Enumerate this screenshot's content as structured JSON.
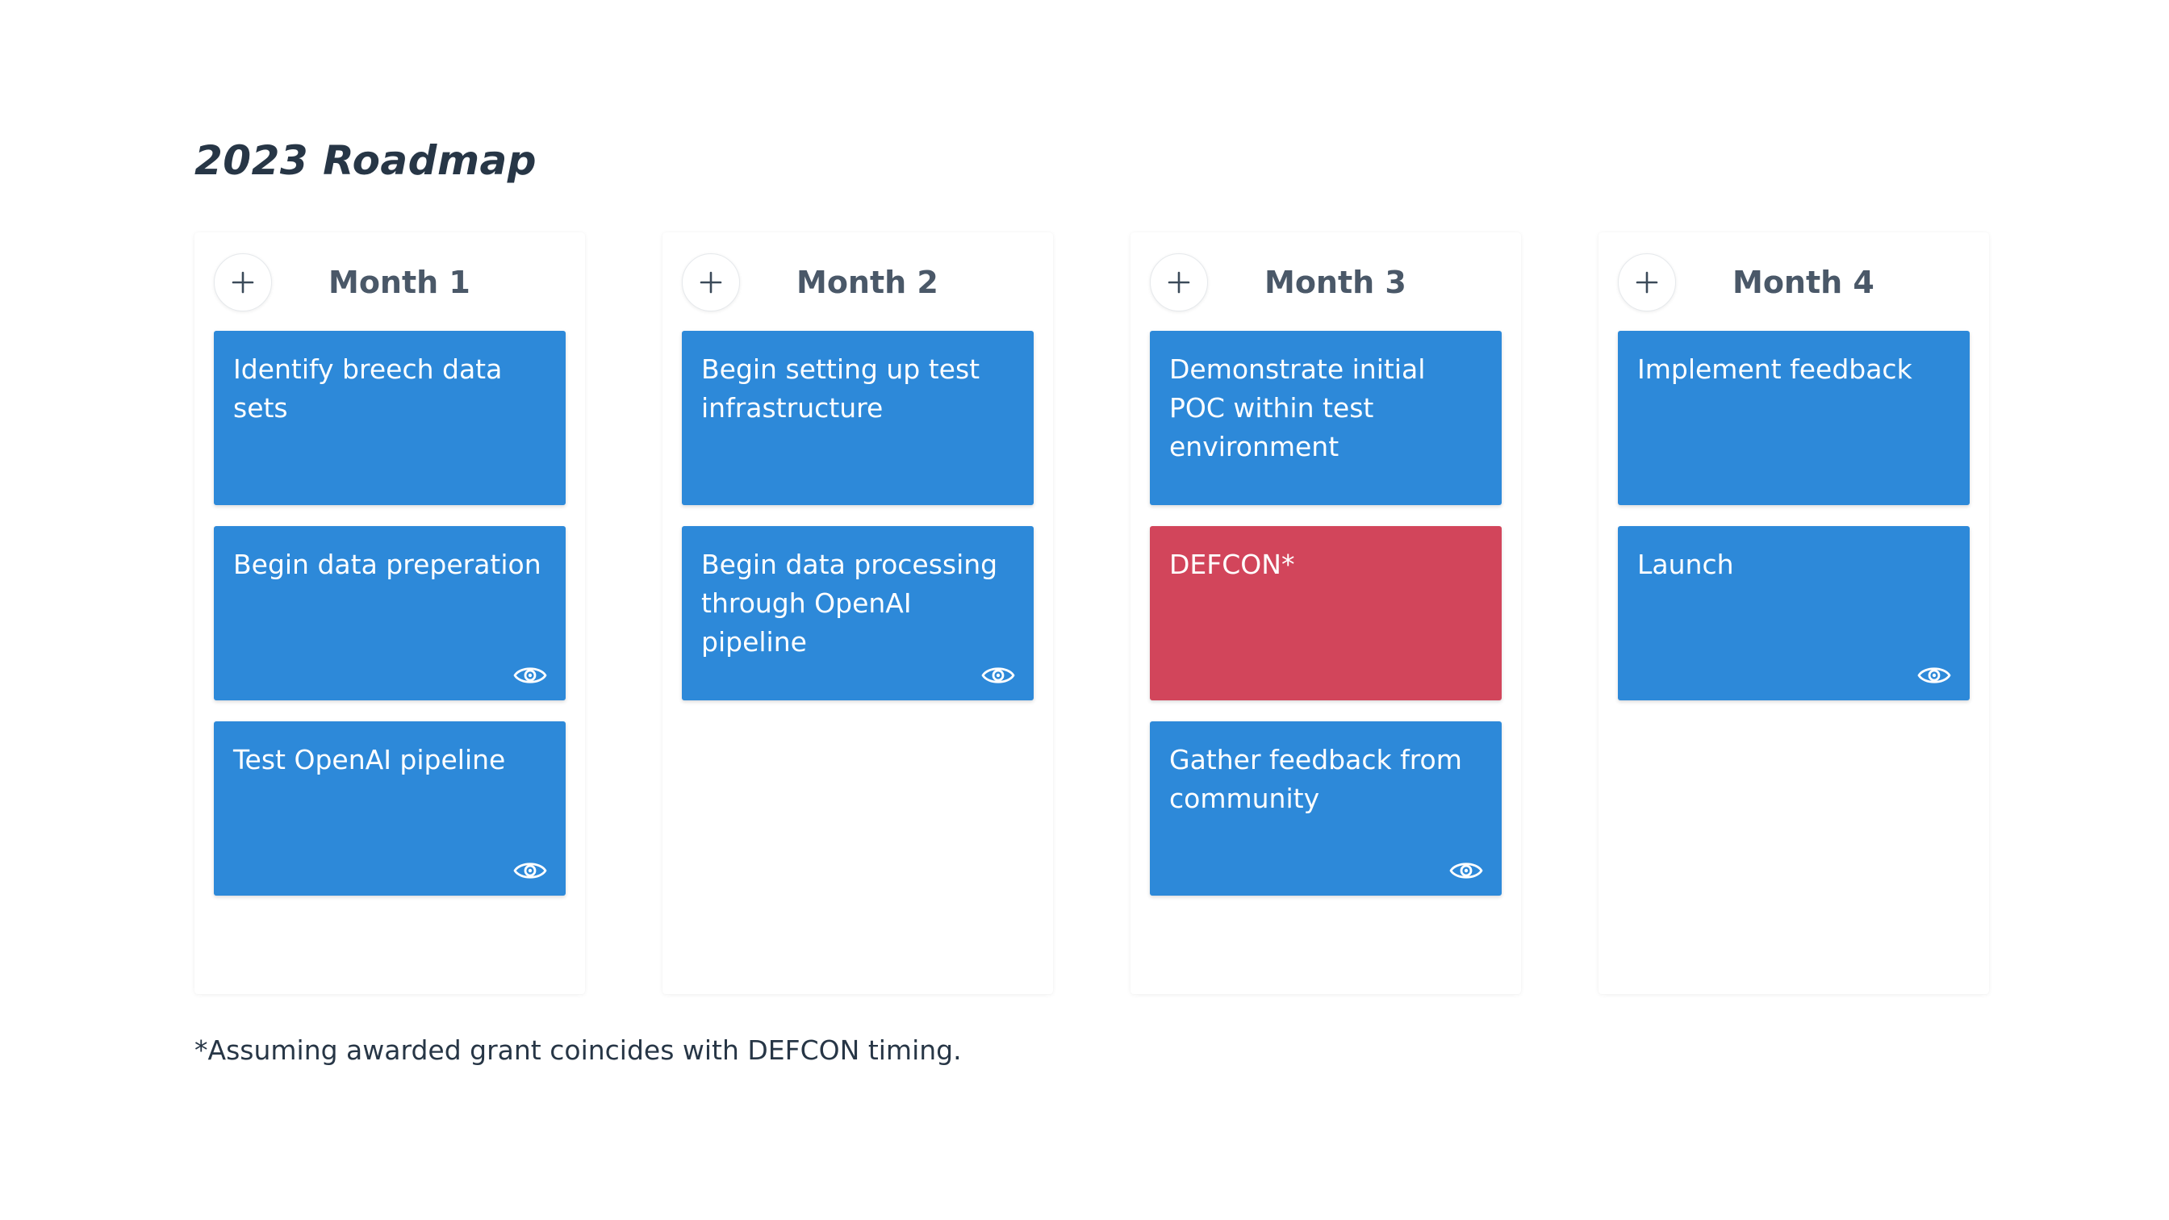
{
  "title": "2023 Roadmap",
  "colors": {
    "card_blue": "#2d89d9",
    "card_red": "#d2455b",
    "title": "#273646",
    "column_header": "#4a5868"
  },
  "icons": {
    "add": "plus-icon",
    "view": "eye-icon"
  },
  "columns": [
    {
      "title": "Month 1",
      "cards": [
        {
          "text": "Identify breech data sets",
          "color": "blue",
          "has_eye": false
        },
        {
          "text": "Begin data preperation",
          "color": "blue",
          "has_eye": true
        },
        {
          "text": "Test OpenAI pipeline",
          "color": "blue",
          "has_eye": true
        }
      ]
    },
    {
      "title": "Month 2",
      "cards": [
        {
          "text": "Begin setting up test infrastructure",
          "color": "blue",
          "has_eye": false
        },
        {
          "text": "Begin data processing through OpenAI pipeline",
          "color": "blue",
          "has_eye": true
        }
      ]
    },
    {
      "title": "Month 3",
      "cards": [
        {
          "text": "Demonstrate initial POC within test environment",
          "color": "blue",
          "has_eye": false
        },
        {
          "text": "DEFCON*",
          "color": "red",
          "has_eye": false
        },
        {
          "text": "Gather feedback from community",
          "color": "blue",
          "has_eye": true
        }
      ]
    },
    {
      "title": "Month 4",
      "cards": [
        {
          "text": "Implement feedback",
          "color": "blue",
          "has_eye": false
        },
        {
          "text": "Launch",
          "color": "blue",
          "has_eye": true
        }
      ]
    }
  ],
  "footnote": "*Assuming awarded grant coincides with DEFCON timing."
}
